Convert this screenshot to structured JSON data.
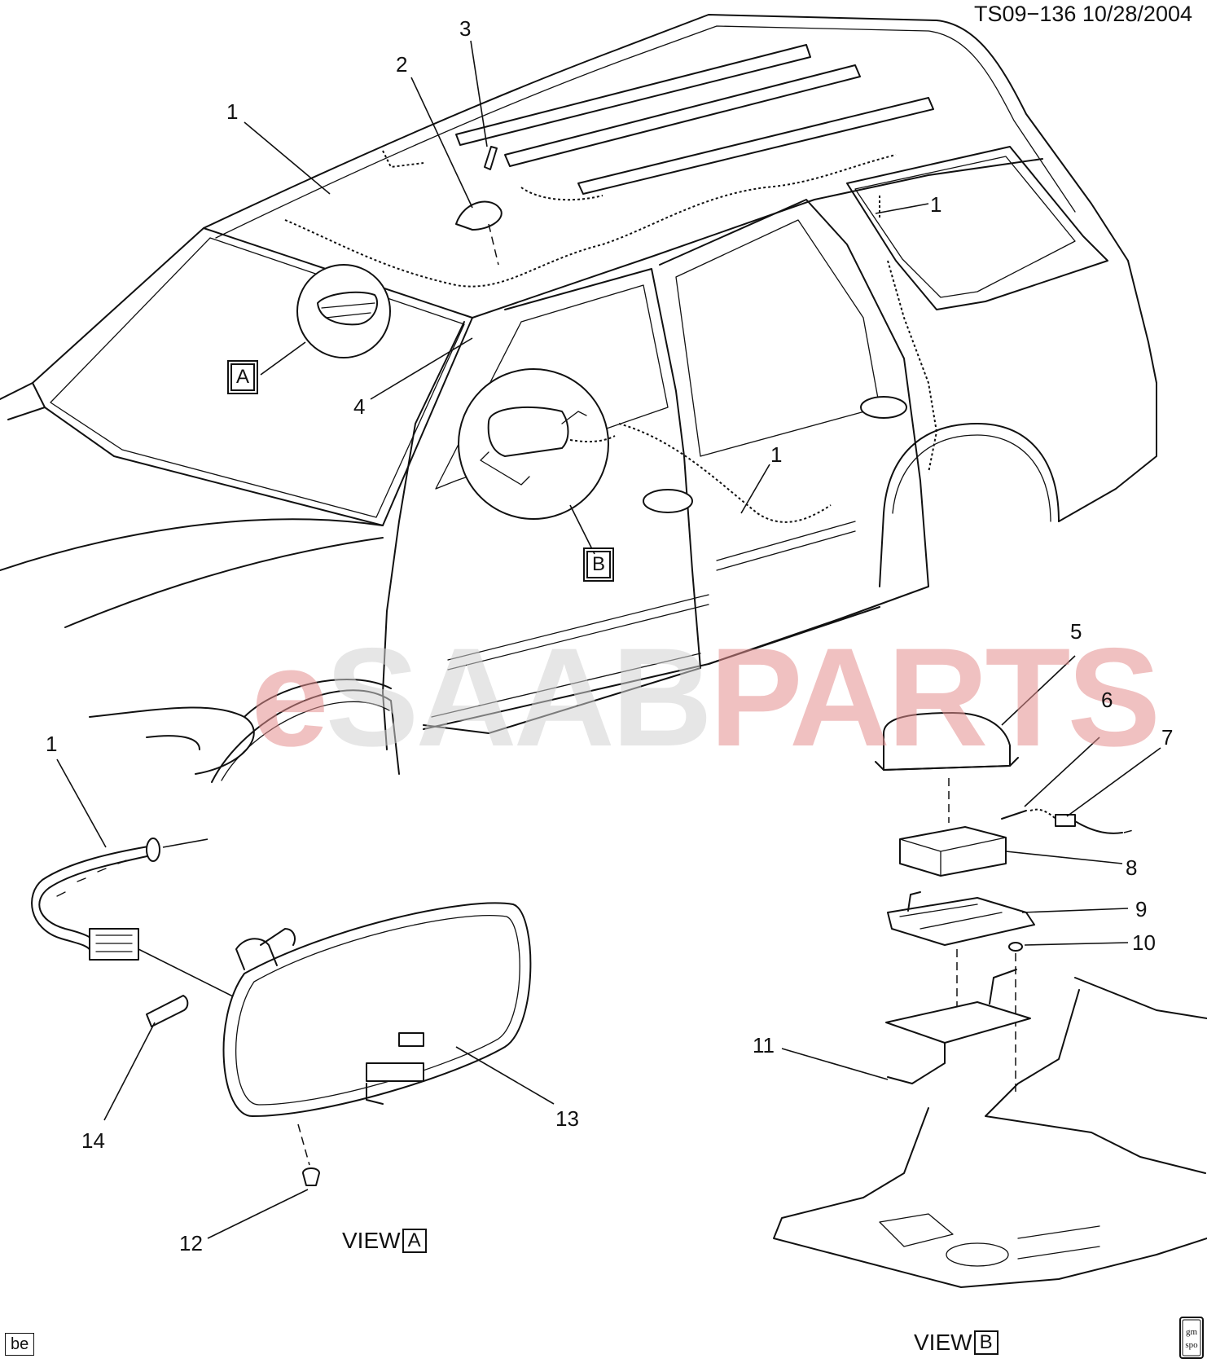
{
  "doc_id": "TS09−136  10/28/2004",
  "watermark": {
    "e": "e",
    "saab": "SAAB",
    "parts": "PARTS"
  },
  "callouts": [
    {
      "id": "c1a",
      "text": "1"
    },
    {
      "id": "c2",
      "text": "2"
    },
    {
      "id": "c3",
      "text": "3"
    },
    {
      "id": "c1b",
      "text": "1"
    },
    {
      "id": "c4",
      "text": "4"
    },
    {
      "id": "c1c",
      "text": "1"
    },
    {
      "id": "c5",
      "text": "5"
    },
    {
      "id": "c6",
      "text": "6"
    },
    {
      "id": "c7",
      "text": "7"
    },
    {
      "id": "c8",
      "text": "8"
    },
    {
      "id": "c9",
      "text": "9"
    },
    {
      "id": "c10",
      "text": "10"
    },
    {
      "id": "c11",
      "text": "11"
    },
    {
      "id": "c1d",
      "text": "1"
    },
    {
      "id": "c14",
      "text": "14"
    },
    {
      "id": "c13",
      "text": "13"
    },
    {
      "id": "c12",
      "text": "12"
    }
  ],
  "detail_markers": {
    "a": "A",
    "b": "B"
  },
  "views": {
    "a": {
      "word": "VIEW",
      "letter": "A"
    },
    "b": {
      "word": "VIEW",
      "letter": "B"
    }
  },
  "corner_tag": "be",
  "logo_text": "gm spo"
}
